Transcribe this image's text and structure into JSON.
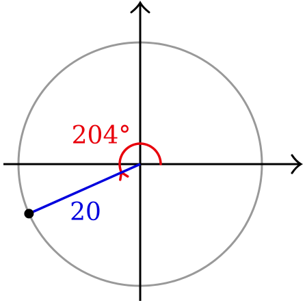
{
  "diagram": {
    "angle_degrees": 204,
    "angle_label": "204°",
    "radius_value": 20,
    "radius_label": "20",
    "colors": {
      "axes": "#000000",
      "circle": "#999999",
      "angle_arc": "#e8000b",
      "radius_line": "#0000dd",
      "point": "#000000"
    }
  }
}
